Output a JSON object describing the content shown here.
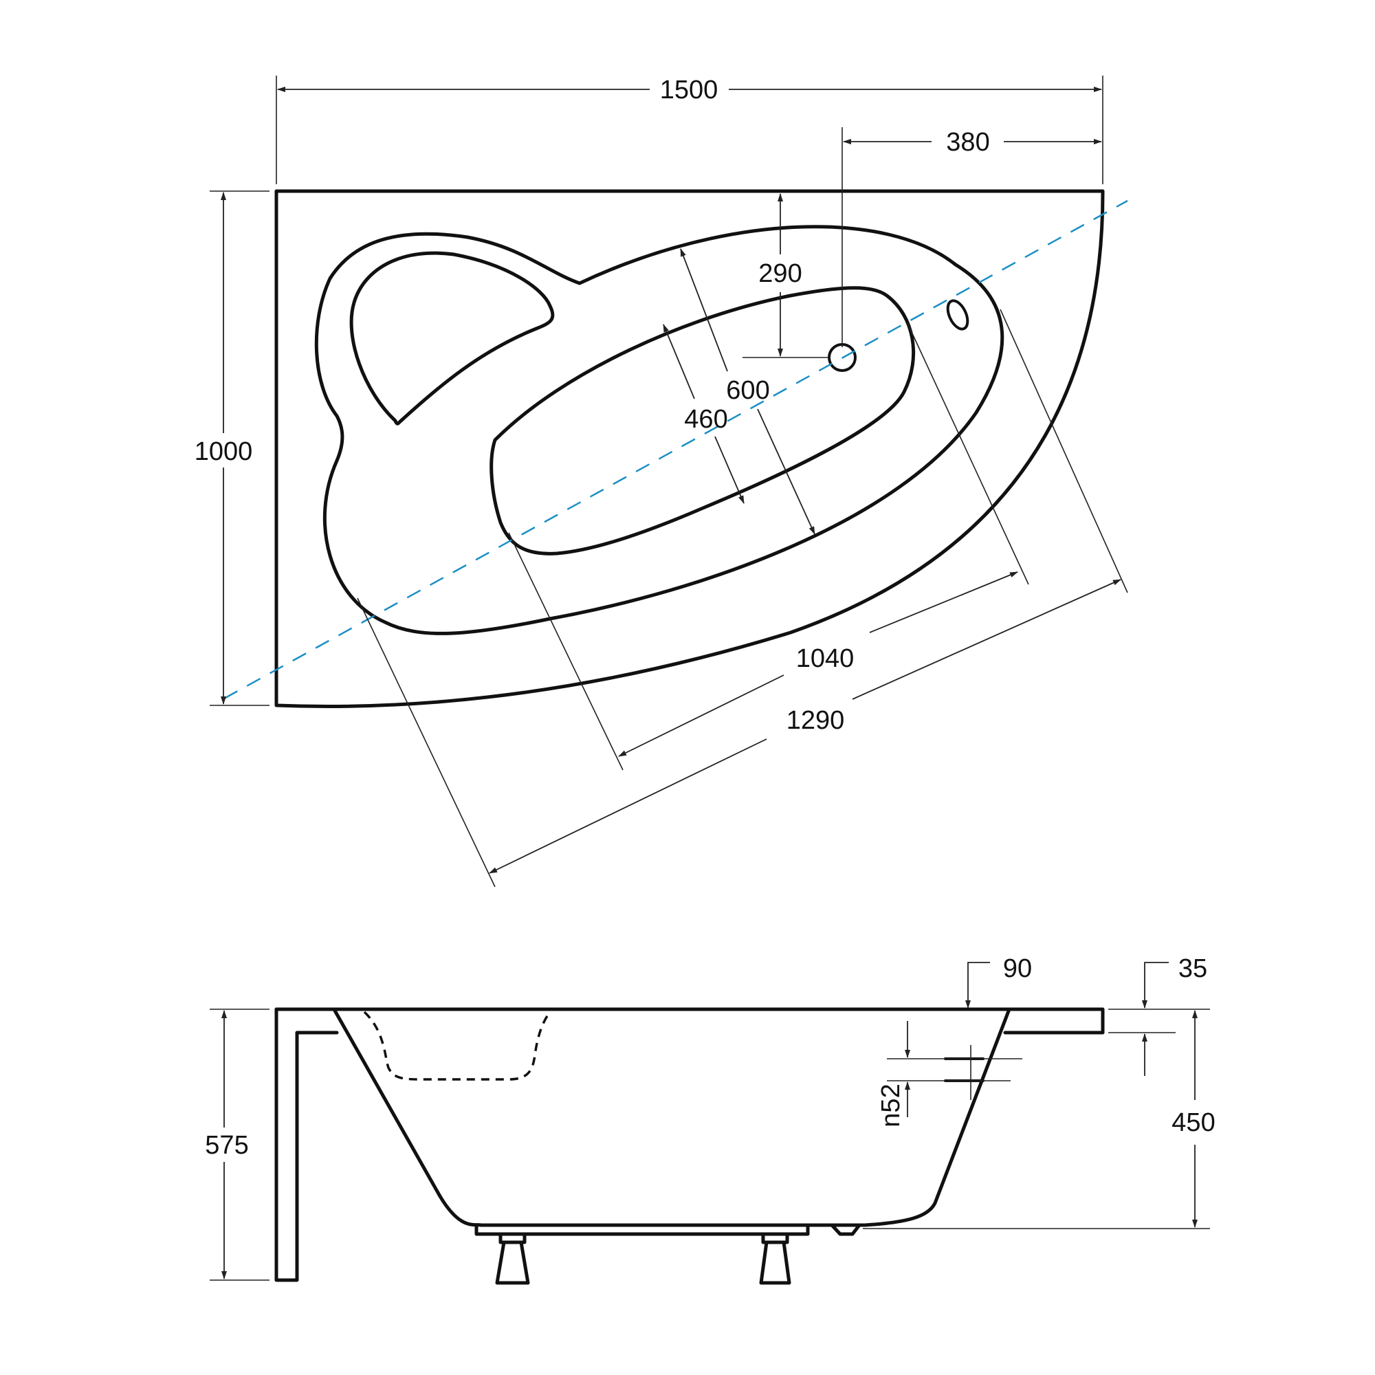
{
  "drawing": {
    "colors": {
      "line": "#111111",
      "axis": "#1b8fc4",
      "background": "#ffffff"
    },
    "top_view": {
      "dimensions": {
        "overall_length": "1500",
        "drain_offset": "380",
        "overall_width": "1000",
        "drain_depth": "290",
        "outer_basin_width": "600",
        "inner_basin_width": "460",
        "inner_basin_length": "1040",
        "outer_basin_length": "1290"
      }
    },
    "side_view": {
      "dimensions": {
        "rim_width": "90",
        "rim_thickness": "35",
        "overflow": "n52",
        "basin_depth": "450",
        "total_height": "575"
      }
    }
  }
}
